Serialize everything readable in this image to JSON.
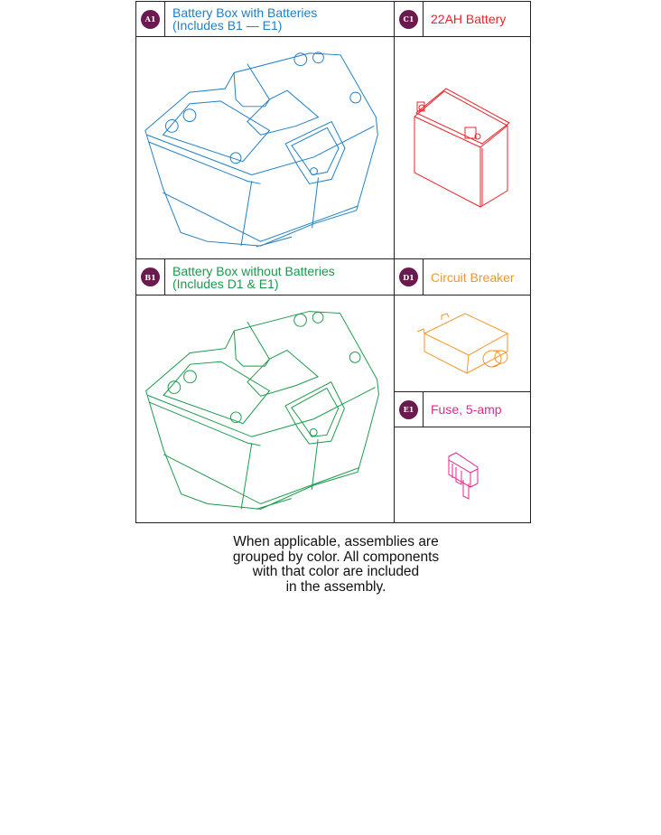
{
  "colors": {
    "badge": "#6b1a4f",
    "a1": "#1f7fc4",
    "b1": "#1a9a4a",
    "c1": "#e8242b",
    "d1": "#f5962a",
    "e1": "#e6258f",
    "border": "#222222"
  },
  "parts": [
    {
      "id": "A1",
      "badge": "A1",
      "line1": "Battery Box with Batteries",
      "line2": "(Includes B1 — E1)"
    },
    {
      "id": "C1",
      "badge": "C1",
      "line1": "22AH Battery"
    },
    {
      "id": "B1",
      "badge": "B1",
      "line1": "Battery Box without Batteries",
      "line2": "(Includes D1 & E1)"
    },
    {
      "id": "D1",
      "badge": "D1",
      "line1": "Circuit Breaker"
    },
    {
      "id": "E1",
      "badge": "E1",
      "line1": "Fuse, 5-amp"
    }
  ],
  "note": {
    "line1": "When applicable, assemblies are",
    "line2": "grouped by color. All components",
    "line3": "with that color are included",
    "line4": "in the assembly."
  }
}
